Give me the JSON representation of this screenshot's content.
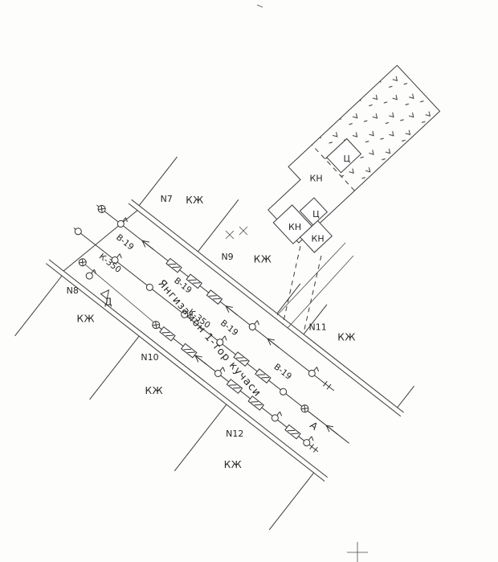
{
  "colors": {
    "ink": "#3a3a3a",
    "paper": "#fdfdfc"
  },
  "street": {
    "name": "Янгизамон 1-тор кучаси",
    "marker_a": "А",
    "marker_d": "Д"
  },
  "utilities": {
    "water_label": "В-19",
    "sewer_label": "К-350"
  },
  "buildings": {
    "kn_label": "КН",
    "ts_label": "Ц"
  },
  "parcels": {
    "top": [
      {
        "num": "N7",
        "type": "КЖ"
      },
      {
        "num": "N9",
        "type": "КЖ"
      },
      {
        "num": "N11",
        "type": "КЖ"
      }
    ],
    "bottom": [
      {
        "num": "N8",
        "type": "КЖ"
      },
      {
        "num": "N10",
        "type": "КЖ"
      },
      {
        "num": "N12",
        "type": "КЖ"
      }
    ]
  }
}
